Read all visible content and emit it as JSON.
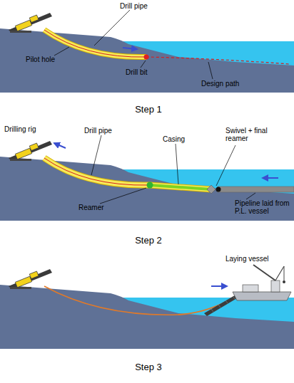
{
  "diagram": {
    "labels": [
      "Drill pipe",
      "Pilot hole",
      "Drill bit",
      "Design path",
      "Step 1",
      "Drilling rig",
      "Drill pipe",
      "Casing",
      "Swivel + final reamer",
      "Reamer",
      "Pipeline laid from P.L. vessel",
      "Step 2",
      "Laying vessel",
      "Step 3"
    ]
  }
}
